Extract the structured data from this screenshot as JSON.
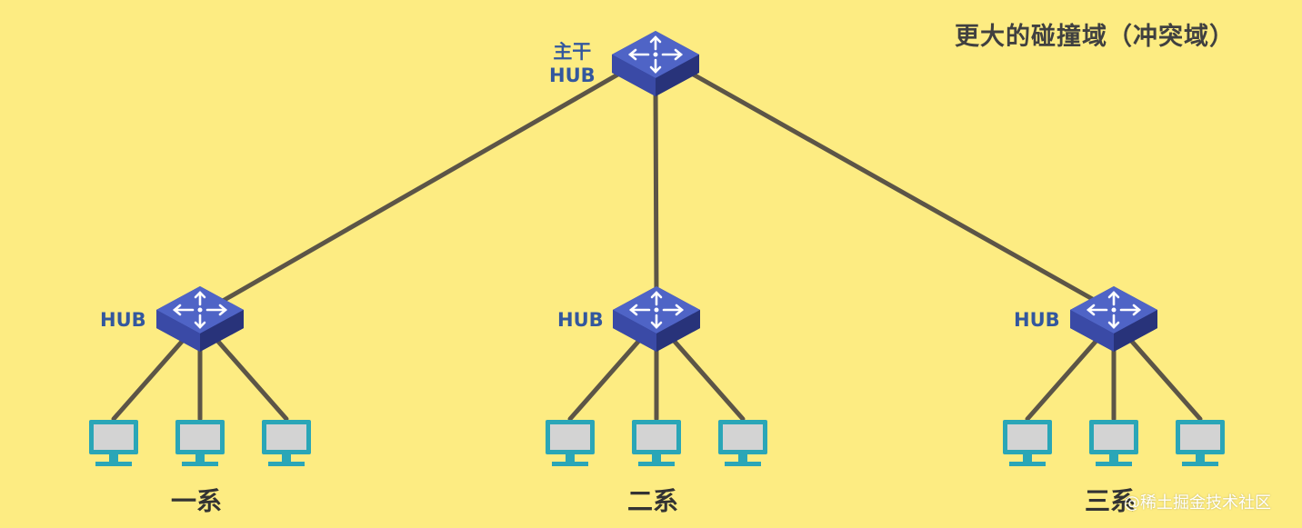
{
  "title": "更大的碰撞域（冲突域）",
  "backbone": {
    "label_line1": "主干",
    "label_line2": "HUB"
  },
  "departments": [
    {
      "hub_label": "HUB",
      "name": "一系",
      "computers": 3
    },
    {
      "hub_label": "HUB",
      "name": "二系",
      "computers": 3
    },
    {
      "hub_label": "HUB",
      "name": "三系",
      "computers": 3
    }
  ],
  "watermark": "@稀土掘金技术社区",
  "colors": {
    "background": "#fdec82",
    "hub_top": "#4f64c6",
    "hub_side": "#2e3b8a",
    "cable": "#5c5547",
    "monitor_frame": "#2aa6b7",
    "monitor_screen": "#d3d3d3",
    "label_blue": "#33579e"
  }
}
